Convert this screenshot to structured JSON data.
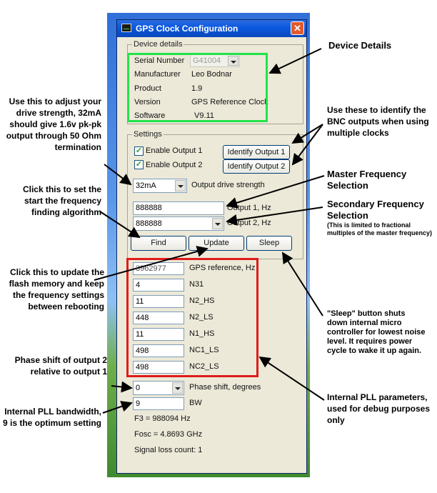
{
  "window": {
    "title": "GPS Clock Configuration"
  },
  "device_details": {
    "group_title": "Device details",
    "serial_number_label": "Serial Number",
    "serial_number_value": "G41004",
    "manufacturer_label": "Manufacturer",
    "manufacturer_value": "Leo Bodnar",
    "product_label": "Product",
    "product_value": "1.9",
    "version_label": "Version",
    "version_value": "GPS Reference Clock",
    "software_label": "Software",
    "software_value": "V9.11"
  },
  "settings": {
    "group_title": "Settings",
    "enable_output1_label": "Enable Output 1",
    "enable_output1_checked": true,
    "enable_output2_label": "Enable Output 2",
    "enable_output2_checked": true,
    "identify_output1_label": "Identify Output 1",
    "identify_output2_label": "Identify Output 2",
    "drive_strength_value": "32mA",
    "drive_strength_label": "Output drive strength",
    "output1_value": "888888",
    "output1_label": "Output 1, Hz",
    "output2_value": "888888",
    "output2_label": "Output 2, Hz",
    "find_label": "Find",
    "update_label": "Update",
    "sleep_label": "Sleep"
  },
  "pll": {
    "gps_ref_value": "3962977",
    "gps_ref_label": "GPS reference, Hz",
    "n31_value": "4",
    "n31_label": "N31",
    "n2_hs_value": "11",
    "n2_hs_label": "N2_HS",
    "n2_ls_value": "448",
    "n2_ls_label": "N2_LS",
    "n1_hs_value": "11",
    "n1_hs_label": "N1_HS",
    "nc1_ls_value": "498",
    "nc1_ls_label": "NC1_LS",
    "nc2_ls_value": "498",
    "nc2_ls_label": "NC2_LS",
    "phase_value": "0",
    "phase_label": "Phase shift, degrees",
    "bw_value": "9",
    "bw_label": "BW",
    "f3_text": "F3 = 988094 Hz",
    "fosc_text": "Fosc = 4.8693 GHz",
    "signal_loss_text": "Signal loss count: 1"
  },
  "annotations": {
    "device_details": "Device Details",
    "drive_strength": "Use this to adjust your drive strength, 32mA should give 1.6v pk-pk output through 50 Ohm termination",
    "identify": "Use these to identify the BNC outputs when using multiple clocks",
    "master_freq": "Master Frequency Selection",
    "find": "Click this to set the start the frequency finding algorithm",
    "secondary_freq": "Secondary Frequency Selection",
    "secondary_note": "(This is limited to fractional multiples of the master frequency)",
    "update": "Click this to update the flash memory and keep the frequency settings between rebooting",
    "sleep": "\"Sleep\" button shuts down internal micro controller for lowest noise level. It requires power cycle to wake it up again.",
    "phase": "Phase shift of output 2 relative to output 1",
    "pll_params": "Internal PLL parameters, used for debug purposes only",
    "bw": "Internal PLL bandwidth, 9 is the optimum setting"
  }
}
